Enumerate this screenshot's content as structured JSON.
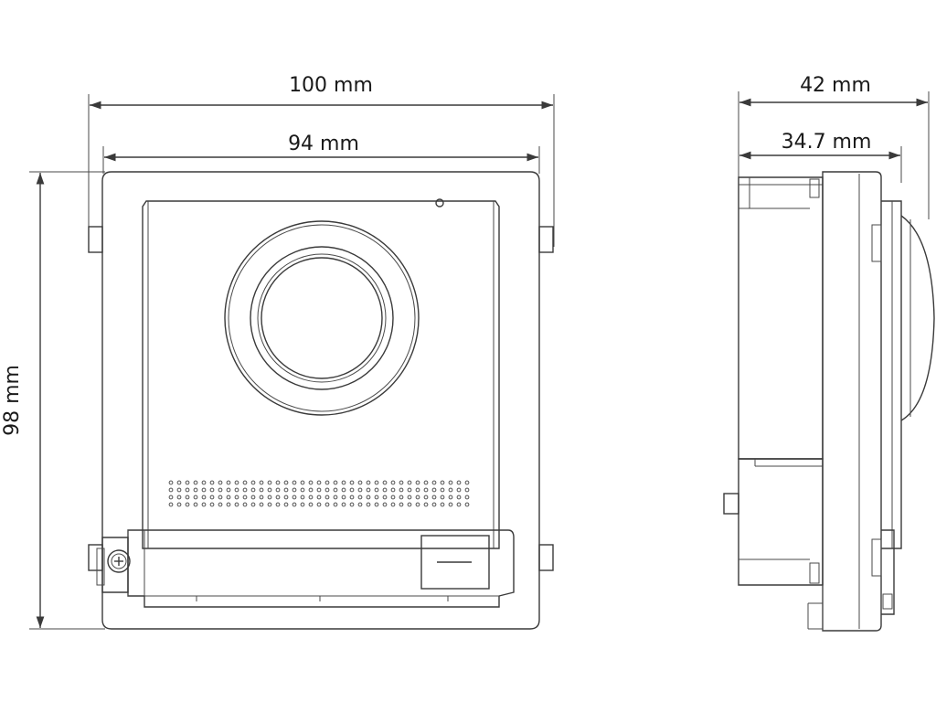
{
  "dimensions": {
    "outer_width": "100 mm",
    "inner_width": "94 mm",
    "height": "98 mm",
    "depth_total": "42 mm",
    "depth_body": "34.7 mm"
  },
  "colors": {
    "line": "#3a3a3a",
    "text": "#1a1a1a",
    "background": "#ffffff"
  },
  "icons": [
    "camera-lens-icon",
    "speaker-grille-icon",
    "screw-icon",
    "button-icon"
  ]
}
